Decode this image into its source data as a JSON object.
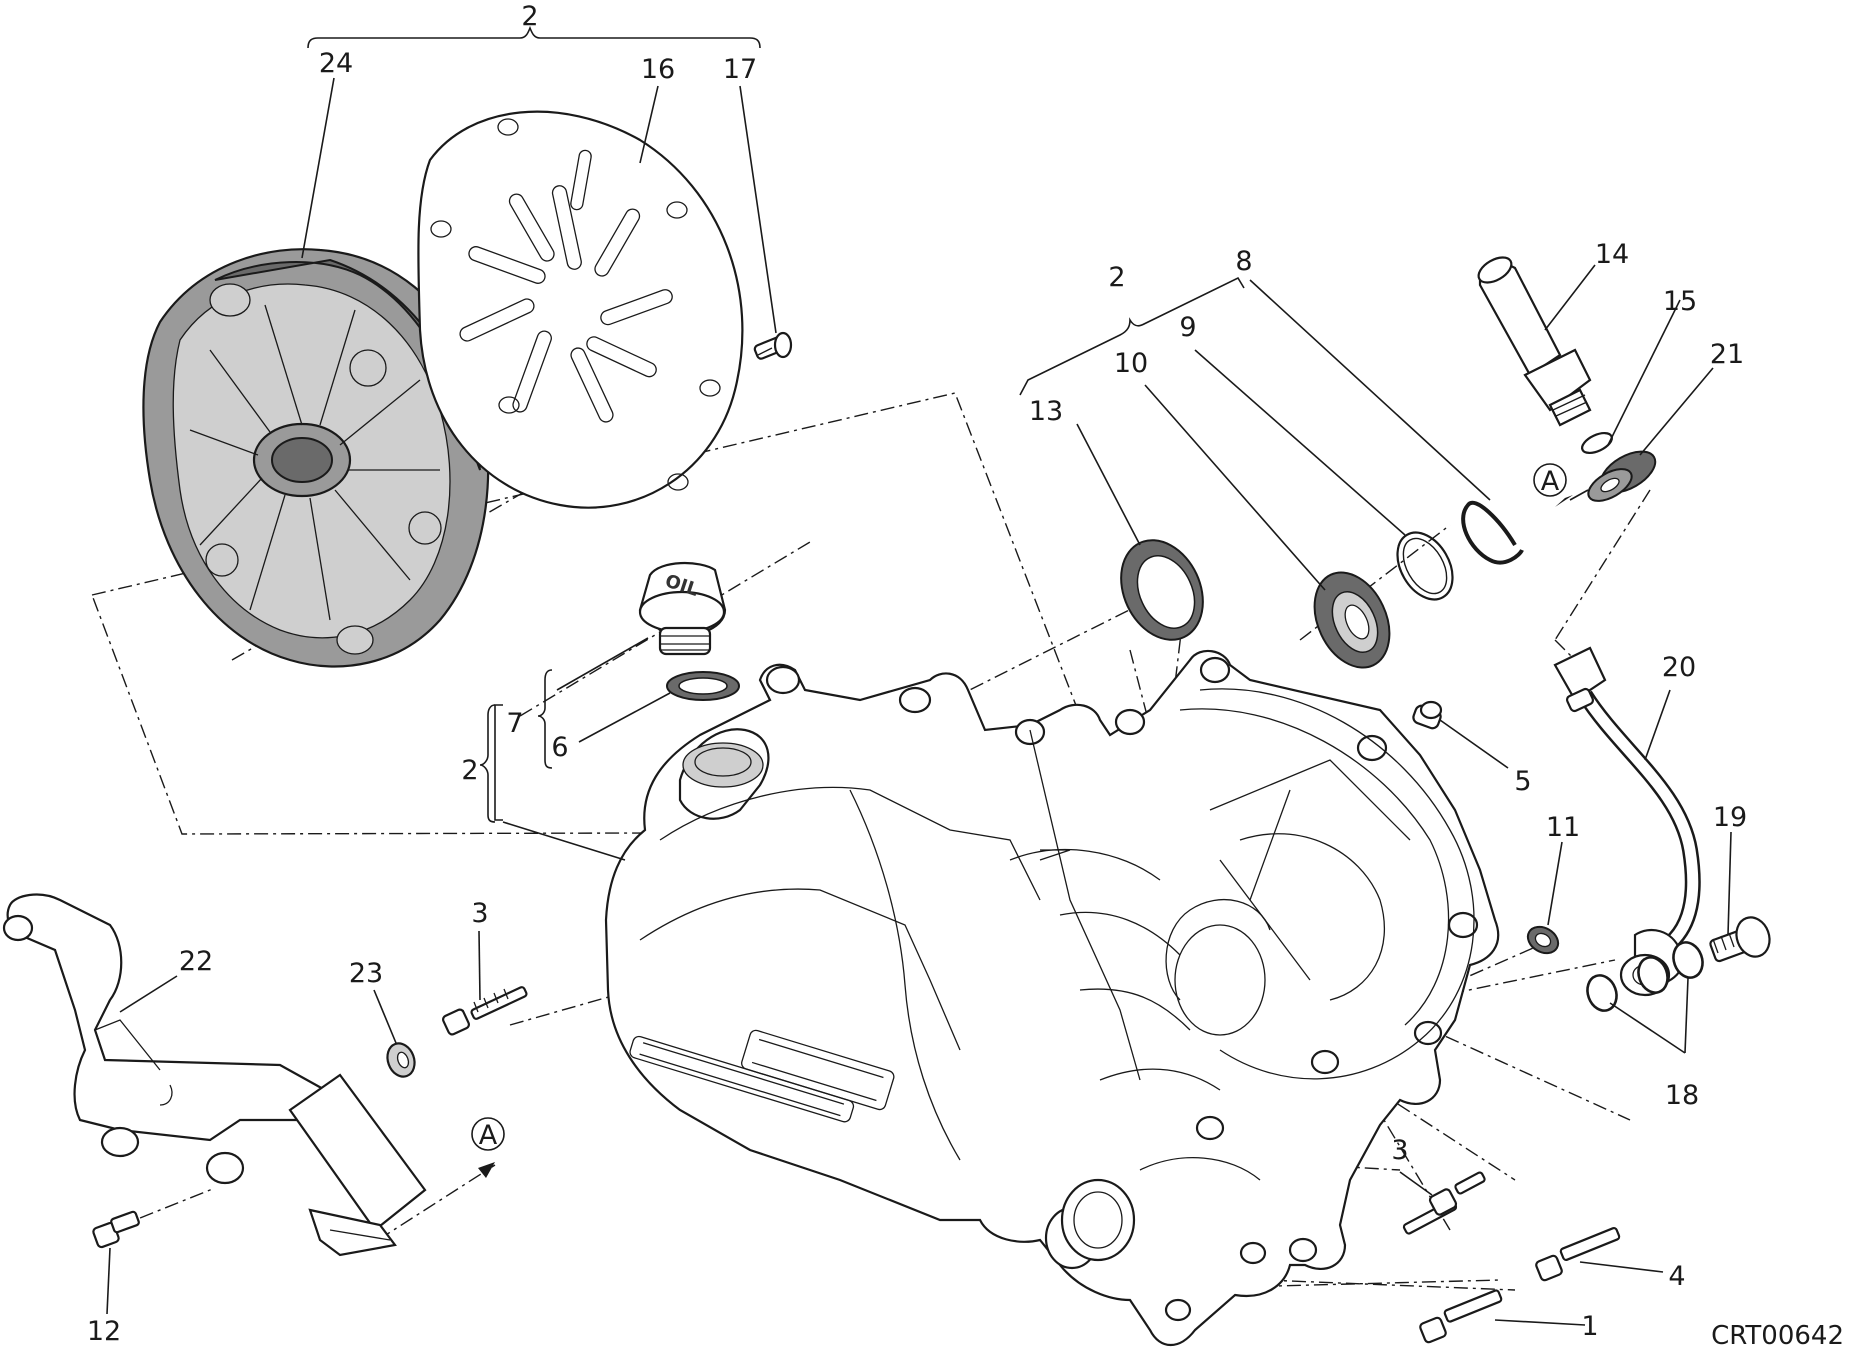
{
  "labels": {
    "l1": "1",
    "l2_top": "2",
    "l2_mid": "2",
    "l2_left": "2",
    "l3_left": "3",
    "l3_right": "3",
    "l4": "4",
    "l5": "5",
    "l6": "6",
    "l7": "7",
    "l8": "8",
    "l9": "9",
    "l10": "10",
    "l11": "11",
    "l12": "12",
    "l13": "13",
    "l14": "14",
    "l15": "15",
    "l16": "16",
    "l17": "17",
    "l18": "18",
    "l19": "19",
    "l20": "20",
    "l21": "21",
    "l22": "22",
    "l23": "23",
    "l24": "24",
    "ref_a_top": "A",
    "ref_a_bottom": "A"
  },
  "drawing_code": "CRT00642",
  "stamps": {
    "oil_cap": "OIL"
  }
}
